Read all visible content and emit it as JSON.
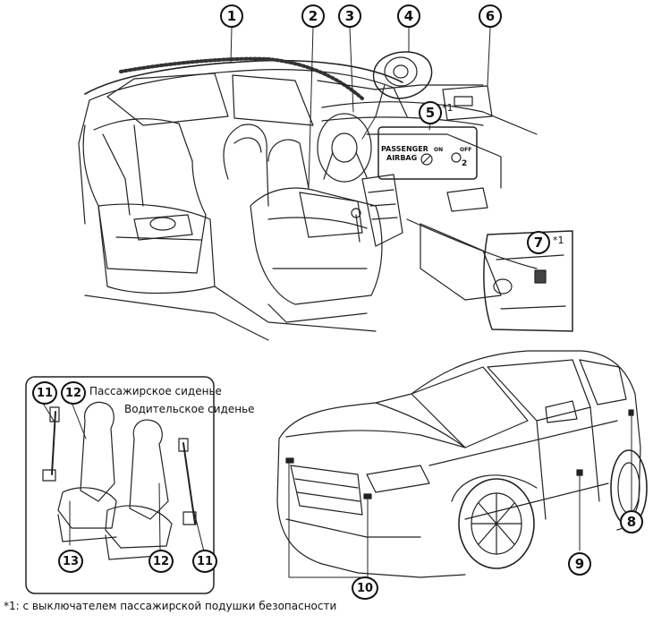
{
  "callouts": [
    {
      "id": "1",
      "label": "1"
    },
    {
      "id": "2",
      "label": "2"
    },
    {
      "id": "3",
      "label": "3"
    },
    {
      "id": "4",
      "label": "4"
    },
    {
      "id": "5",
      "label": "5"
    },
    {
      "id": "6",
      "label": "6"
    },
    {
      "id": "7",
      "label": "7"
    },
    {
      "id": "8",
      "label": "8"
    },
    {
      "id": "9",
      "label": "9"
    },
    {
      "id": "10",
      "label": "10"
    },
    {
      "id": "11",
      "label": "11"
    },
    {
      "id": "12",
      "label": "12"
    },
    {
      "id": "13",
      "label": "13"
    }
  ],
  "asterisk_marker": "*1",
  "passenger_airbag_switch": {
    "line1": "PASSENGER",
    "line2": "AIRBAG",
    "on": "ON",
    "off": "OFF",
    "position": "2"
  },
  "inset": {
    "passenger_seat_label": "Пассажирское сиденье",
    "driver_seat_label": "Водительское сиденье"
  },
  "footnote": "*1: с выключателем пассажирской подушки безопасности"
}
